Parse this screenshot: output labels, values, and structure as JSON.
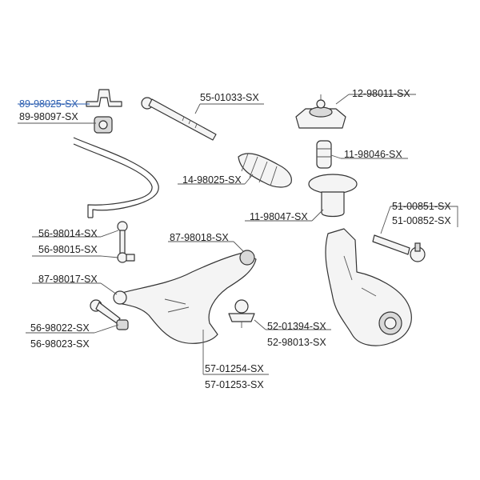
{
  "colors": {
    "active_label": "#2a5db0",
    "label": "#222222",
    "outline": "#333333"
  },
  "labels": {
    "l_89_98025": "89-98025-SX",
    "l_89_98097": "89-98097-SX",
    "l_55_01033": "55-01033-SX",
    "l_12_98011": "12-98011-SX",
    "l_11_98046": "11-98046-SX",
    "l_14_98025": "14-98025-SX",
    "l_11_98047": "11-98047-SX",
    "l_51_00851": "51-00851-SX",
    "l_51_00852": "51-00852-SX",
    "l_56_98014": "56-98014-SX",
    "l_56_98015": "56-98015-SX",
    "l_87_98018": "87-98018-SX",
    "l_87_98017": "87-98017-SX",
    "l_56_98022": "56-98022-SX",
    "l_56_98023": "56-98023-SX",
    "l_52_01394": "52-01394-SX",
    "l_52_98013": "52-98013-SX",
    "l_57_01254": "57-01254-SX",
    "l_57_01253": "57-01253-SX"
  }
}
